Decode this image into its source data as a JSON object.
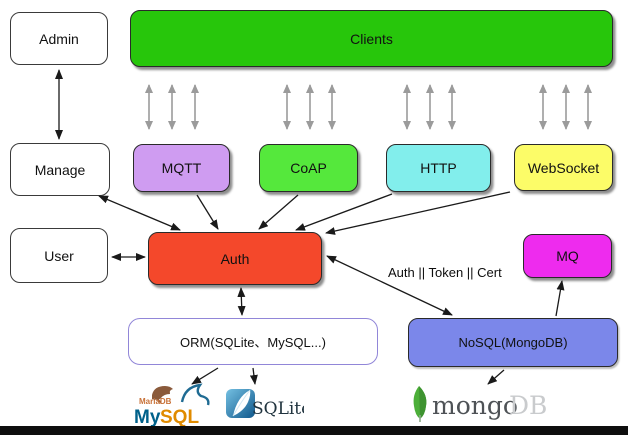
{
  "diagram": {
    "nodes": {
      "admin": {
        "label": "Admin",
        "bg": "#ffffff"
      },
      "clients": {
        "label": "Clients",
        "bg": "#27c60b"
      },
      "manage": {
        "label": "Manage",
        "bg": "#ffffff"
      },
      "user": {
        "label": "User",
        "bg": "#ffffff"
      },
      "mqtt": {
        "label": "MQTT",
        "bg": "#cf9cf1"
      },
      "coap": {
        "label": "CoAP",
        "bg": "#55e83c"
      },
      "http": {
        "label": "HTTP",
        "bg": "#82eeec"
      },
      "websocket": {
        "label": "WebSocket",
        "bg": "#fcfc68"
      },
      "auth": {
        "label": "Auth",
        "bg": "#f4482b"
      },
      "mq": {
        "label": "MQ",
        "bg": "#ee2bee"
      },
      "orm": {
        "label": "ORM(SQLite、MySQL...)",
        "bg": "#ffffff"
      },
      "nosql": {
        "label": "NoSQL(MongoDB)",
        "bg": "#7b87ea"
      }
    },
    "edge_labels": {
      "auth_nosql": "Auth || Token || Cert"
    },
    "logos": {
      "mariadb": "MariaDB",
      "mysql_my": "My",
      "mysql_sql": "SQL",
      "sqlite": "SQLite",
      "mongo": "mongo",
      "mongo_db": "DB"
    },
    "colors": {
      "arrow_black": "#1a1a1a",
      "arrow_gray": "#9b9b9b",
      "orm_border": "#9186d8",
      "mysql_blue": "#00618a",
      "mysql_orange": "#e08b00",
      "mariadb_brown": "#8a5a3b",
      "sqlite_blue": "#1b75a8",
      "sqlite_text": "#20333e",
      "mongo_green": "#4caf39",
      "mongo_text": "#4e5256",
      "mongo_db_text": "#c9cbcd"
    }
  }
}
